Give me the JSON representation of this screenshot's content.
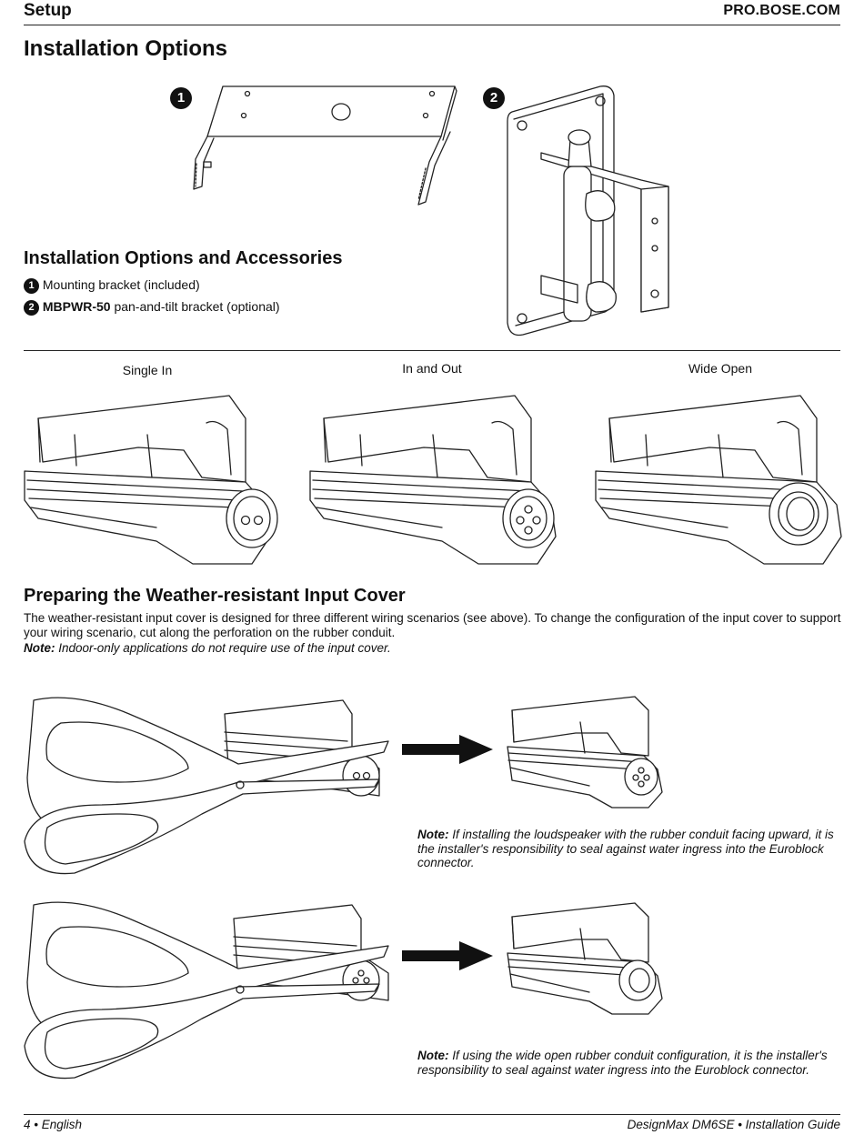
{
  "header": {
    "section": "Setup",
    "site": "PRO.BOSE.COM"
  },
  "title": "Installation Options",
  "options": {
    "heading": "Installation Options and Accessories",
    "markers": [
      "1",
      "2"
    ],
    "item1": {
      "num": "1",
      "text": "Mounting bracket (included)"
    },
    "item2": {
      "num": "2",
      "bold": "MBPWR-50",
      "text": " pan-and-tilt bracket (optional)"
    }
  },
  "scenarios": [
    "Single In",
    "In and Out",
    "Wide Open"
  ],
  "cover": {
    "heading": "Preparing the Weather-resistant Input Cover",
    "body": "The weather-resistant input cover is designed for three different wiring scenarios (see above). To change the configuration of the input cover to support your wiring scenario, cut along the perforation on the rubber conduit.",
    "note_label": "Note:",
    "note_text": " Indoor-only applications do not require use of the input cover."
  },
  "notes": [
    {
      "label": "Note:",
      "text": " If installing the loudspeaker with the rubber conduit facing upward, it is the installer's responsibility to seal against water ingress into the Euroblock connector."
    },
    {
      "label": "Note:",
      "text": " If using the wide open rubber conduit configuration, it is the installer's responsibility to seal against water ingress into the Euroblock connector."
    }
  ],
  "footer": {
    "left": "4 • English",
    "right": "DesignMax DM6SE • Installation Guide"
  },
  "icons": [
    "mounting-bracket-illustration",
    "pan-tilt-bracket-illustration",
    "input-cover-illustration",
    "scissors-illustration",
    "arrow-right-icon"
  ]
}
